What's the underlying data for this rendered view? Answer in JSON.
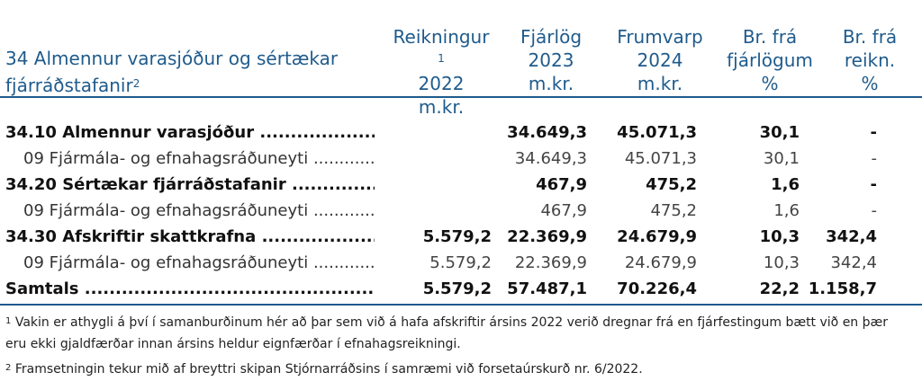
{
  "header": {
    "title_line1": "34 Almennur varasjóður og sértækar",
    "title_line2": "fjárráðstafanir",
    "title_sup": "2",
    "columns": [
      {
        "line1": "Reikningur",
        "sup": "1",
        "line2": "2022",
        "line3": "m.kr."
      },
      {
        "line1": "Fjárlög",
        "sup": "",
        "line2": "2023",
        "line3": "m.kr."
      },
      {
        "line1": "Frumvarp",
        "sup": "",
        "line2": "2024",
        "line3": "m.kr."
      },
      {
        "line1": "Br. frá",
        "sup": "",
        "line2": "fjárlögum",
        "line3": "%"
      },
      {
        "line1": "Br. frá",
        "sup": "",
        "line2": "reikn.",
        "line3": "%"
      }
    ]
  },
  "rows": [
    {
      "label": "34.10 Almennur varasjóður",
      "type": "bold",
      "values": [
        "",
        "34.649,3",
        "45.071,3",
        "30,1",
        "-"
      ]
    },
    {
      "label": "09 Fjármála- og efnahagsráðuneyti",
      "type": "sub",
      "values": [
        "",
        "34.649,3",
        "45.071,3",
        "30,1",
        "-"
      ]
    },
    {
      "label": "34.20 Sértækar fjárráðstafanir",
      "type": "bold",
      "values": [
        "",
        "467,9",
        "475,2",
        "1,6",
        "-"
      ]
    },
    {
      "label": "09 Fjármála- og efnahagsráðuneyti",
      "type": "sub",
      "values": [
        "",
        "467,9",
        "475,2",
        "1,6",
        "-"
      ]
    },
    {
      "label": "34.30 Afskriftir skattkrafna",
      "type": "bold",
      "values": [
        "5.579,2",
        "22.369,9",
        "24.679,9",
        "10,3",
        "342,4"
      ]
    },
    {
      "label": "09 Fjármála- og efnahagsráðuneyti",
      "type": "sub",
      "values": [
        "5.579,2",
        "22.369,9",
        "24.679,9",
        "10,3",
        "342,4"
      ]
    },
    {
      "label": "Samtals",
      "type": "bold",
      "values": [
        "5.579,2",
        "57.487,1",
        "70.226,4",
        "22,2",
        "1.158,7"
      ]
    }
  ],
  "footnotes": [
    {
      "sup": "1",
      "line1": " Vakin er athygli á því í samanburðinum hér að þar sem við á hafa afskriftir ársins 2022 verið dregnar frá en fjárfestingum bætt við en þær",
      "line2": "eru ekki gjaldfærðar innan ársins heldur eignfærðar í efnahagsreikningi."
    },
    {
      "sup": "2",
      "line1": " Framsetningin tekur mið af breyttri skipan Stjórnarráðsins í samræmi við forsetaúrskurð nr. 6/2022.",
      "line2": ""
    }
  ]
}
